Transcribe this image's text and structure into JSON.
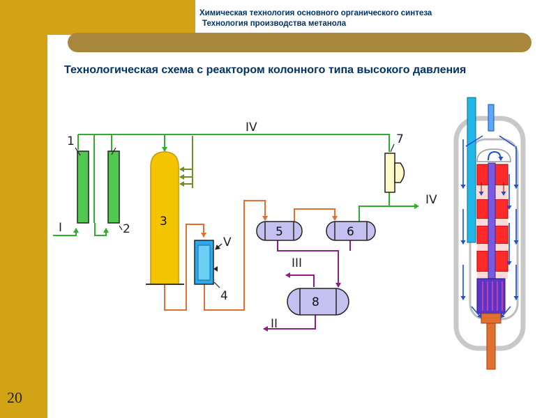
{
  "header": {
    "line1": "Химическая технология основного органического синтеза",
    "line2": "Технология производства метанола"
  },
  "title": "Технологическая схема с реактором колонного типа высокого давления",
  "page_number": "20",
  "diagram": {
    "labels": {
      "u1": "1",
      "u2": "2",
      "u3": "3",
      "u4": "4",
      "u5": "5",
      "u6": "6",
      "u7": "7",
      "u8": "8",
      "s1": "I",
      "s2": "II",
      "s3": "III",
      "s4a": "IV",
      "s4b": "IV",
      "s5": "V"
    }
  },
  "colors": {
    "gold": "#d1a315",
    "pill": "#a8863c",
    "heading": "#003366",
    "green_line": "#2fad2f",
    "olive_line": "#6f8f2a",
    "orange_line": "#e07030",
    "purple_line": "#8a1f8a",
    "column_yellow": "#f5c400",
    "filter_green": "#4fc94f",
    "vessel_lavender": "#c5c0f0"
  }
}
